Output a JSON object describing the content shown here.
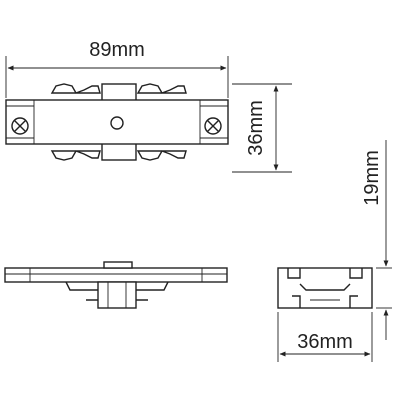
{
  "dimensions": {
    "top_length": "89mm",
    "top_height": "36mm",
    "side_height": "19mm",
    "end_width": "36mm"
  },
  "colors": {
    "line": "#222222",
    "background": "#ffffff"
  }
}
